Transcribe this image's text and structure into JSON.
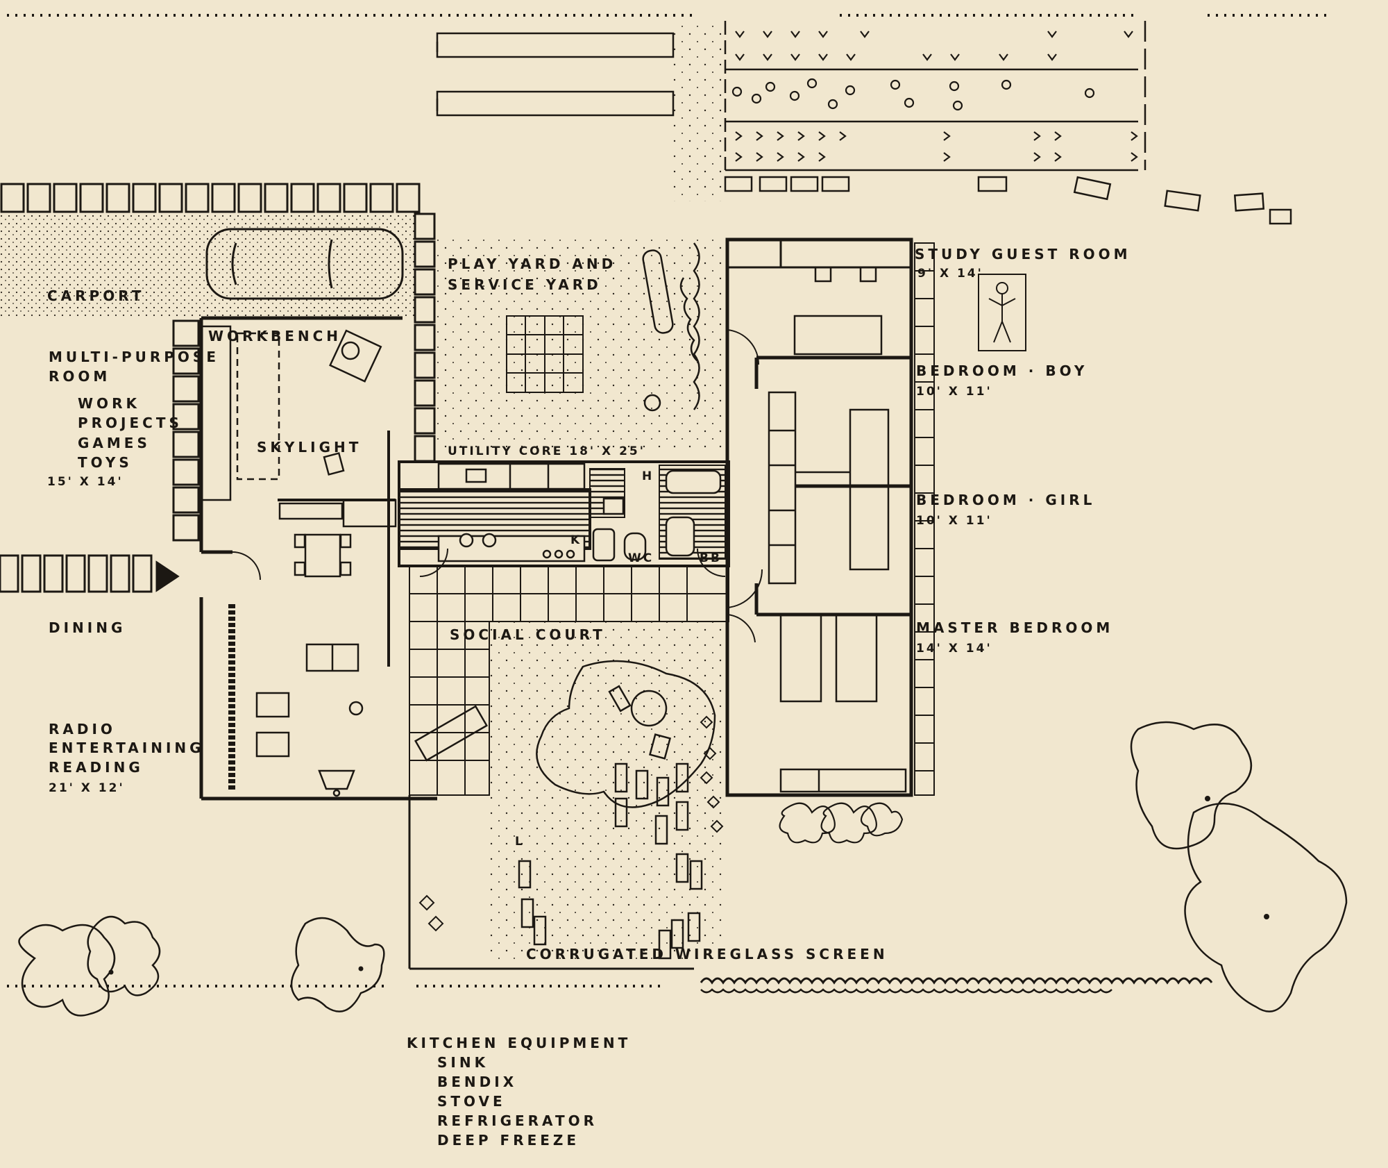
{
  "colors": {
    "paper": "#f1e7cf",
    "ink": "#1c1813"
  },
  "labels": {
    "carport": "CARPORT",
    "workbench": "WORKBENCH",
    "multi_purpose": "MULTI-PURPOSE",
    "room": "ROOM",
    "work": "WORK",
    "projects": "PROJECTS",
    "games": "GAMES",
    "toys": "TOYS",
    "multi_dim": "15' X 14'",
    "skylight": "SKYLIGHT",
    "play_yard": "PLAY YARD  AND",
    "service_yard": "SERVICE  YARD",
    "utility_core": "UTILITY  CORE  18' X 25'",
    "dining": "DINING",
    "radio": "RADIO",
    "entertaining": "ENTERTAINING",
    "reading": "READING",
    "living_dim": "21' X 12'",
    "social_court": "SOCIAL  COURT",
    "study_guest": "STUDY  GUEST  ROOM",
    "study_dim": "9' X 14'",
    "bedroom_boy": "BEDROOM · BOY",
    "boy_dim": "10' X 11'",
    "bedroom_girl": "BEDROOM · GIRL",
    "girl_dim": "10' X 11'",
    "master_bedroom": "MASTER  BEDROOM",
    "master_dim": "14' X 14'",
    "screen": "CORRUGATED  WIREGLASS  SCREEN",
    "kitchen_title": "KITCHEN  EQUIPMENT",
    "kitchen_items": [
      "SINK",
      "BENDIX",
      "STOVE",
      "REFRIGERATOR",
      "DEEP  FREEZE"
    ],
    "code_h": "H",
    "code_k": "K",
    "code_wc": "WC",
    "code_bb": "BB",
    "code_l": "L"
  }
}
